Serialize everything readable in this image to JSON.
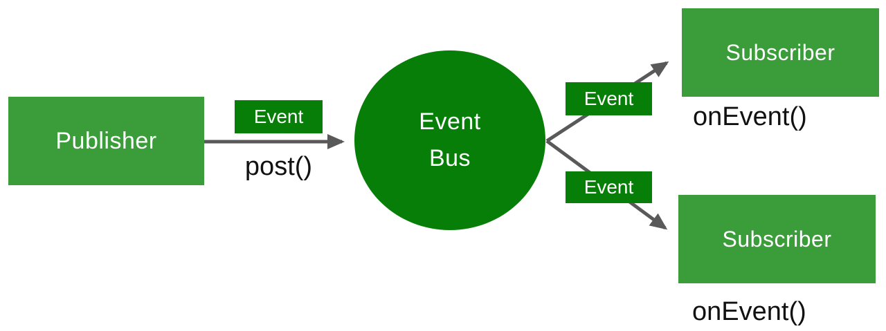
{
  "publisher": {
    "label": "Publisher",
    "method": "post()"
  },
  "bus": {
    "label_line1": "Event",
    "label_line2": "Bus"
  },
  "events": {
    "post_badge": "Event",
    "top_badge": "Event",
    "bottom_badge": "Event"
  },
  "subscribers": {
    "top": {
      "label": "Subscriber",
      "method": "onEvent()"
    },
    "bottom": {
      "label": "Subscriber",
      "method": "onEvent()"
    }
  },
  "colors": {
    "node_green": "#3A9D3A",
    "bus_green": "#077E07",
    "arrow_gray": "#595959",
    "label_text": "#FFFFFF",
    "method_text": "#111111"
  }
}
